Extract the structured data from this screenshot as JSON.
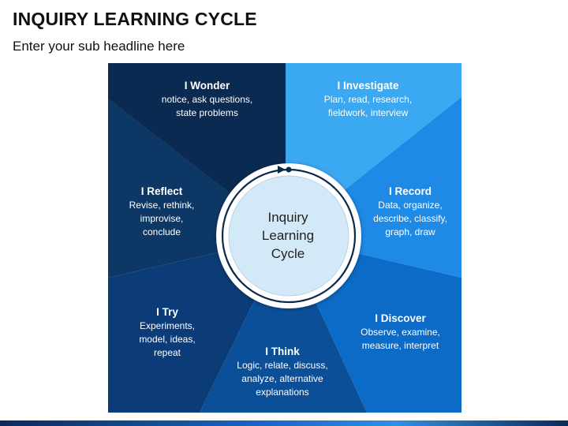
{
  "title": "INQUIRY LEARNING CYCLE",
  "subtitle": "Enter your sub headline here",
  "center": {
    "line1": "Inquiry",
    "line2": "Learning",
    "line3": "Cycle"
  },
  "segments": [
    {
      "id": "wonder",
      "title": "I Wonder",
      "lines": [
        "notice, ask questions,",
        "state problems"
      ],
      "color": "#0a2a52"
    },
    {
      "id": "investigate",
      "title": "I Investigate",
      "lines": [
        "Plan, read, research,",
        "fieldwork, interview"
      ],
      "color": "#3ba8f2"
    },
    {
      "id": "record",
      "title": "I Record",
      "lines": [
        "Data, organize,",
        "describe, classify,",
        "graph, draw"
      ],
      "color": "#1e8ae6"
    },
    {
      "id": "discover",
      "title": "I Discover",
      "lines": [
        "Observe, examine,",
        "measure, interpret"
      ],
      "color": "#0c6bc6"
    },
    {
      "id": "think",
      "title": "I Think",
      "lines": [
        "Logic, relate, discuss,",
        "analyze, alternative",
        "explanations"
      ],
      "color": "#0c4f99"
    },
    {
      "id": "try",
      "title": "I Try",
      "lines": [
        "Experiments,",
        "model, ideas,",
        "repeat"
      ],
      "color": "#0c3c78"
    },
    {
      "id": "reflect",
      "title": "I Reflect",
      "lines": [
        "Revise, rethink,",
        "improvise,",
        "conclude"
      ],
      "color": "#0d3866"
    }
  ],
  "colors": {
    "center_fill": "#d4e9f8",
    "ring": "#0b2a4a",
    "bottom_bar": [
      "#0b2a5c",
      "#1565c0",
      "#2f8fe0",
      "#0b2a5c"
    ]
  }
}
